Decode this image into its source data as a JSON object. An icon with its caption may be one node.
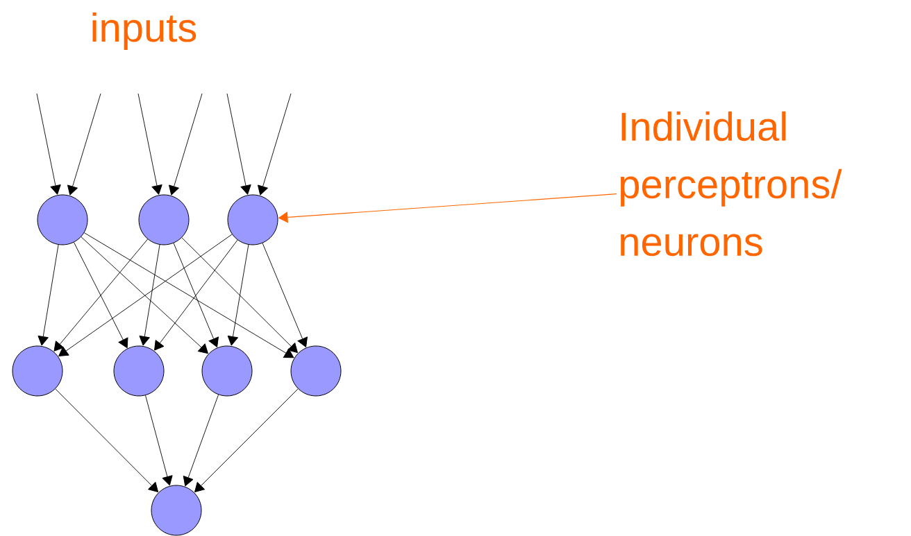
{
  "diagram": {
    "nodes": [
      {
        "text": [],
        "shape": "circle"
      },
      {
        "text": [],
        "shape": "circle"
      },
      {
        "text": [],
        "shape": "circle"
      },
      {
        "text": [],
        "shape": "circle"
      },
      {
        "text": [],
        "shape": "circle"
      },
      {
        "text": [],
        "shape": "circle"
      },
      {
        "text": [],
        "shape": "circle"
      },
      {
        "text": [],
        "shape": "circle"
      },
      {
        "text": [
          "Individual perceptrons/ neurons"
        ]
      }
    ],
    "edges": [
      {
        "from": null,
        "to": 0,
        "arrow": "to"
      },
      {
        "from": null,
        "to": 0,
        "arrow": "to"
      },
      {
        "from": null,
        "to": 1,
        "arrow": "to"
      },
      {
        "from": null,
        "to": 1,
        "arrow": "to"
      },
      {
        "from": null,
        "to": 2,
        "arrow": "to"
      },
      {
        "from": null,
        "to": 2,
        "arrow": "to"
      },
      {
        "from": 0,
        "to": 3,
        "arrow": "to"
      },
      {
        "from": 0,
        "to": 4,
        "arrow": "to"
      },
      {
        "from": 0,
        "to": 5,
        "arrow": "to"
      },
      {
        "from": 0,
        "to": 6,
        "arrow": "to"
      },
      {
        "from": 1,
        "to": 3,
        "arrow": "to"
      },
      {
        "from": 1,
        "to": 4,
        "arrow": "to"
      },
      {
        "from": 1,
        "to": 5,
        "arrow": "to"
      },
      {
        "from": 1,
        "to": 6,
        "arrow": "to"
      },
      {
        "from": 2,
        "to": 3,
        "arrow": "to"
      },
      {
        "from": 2,
        "to": 4,
        "arrow": "to"
      },
      {
        "from": 2,
        "to": 5,
        "arrow": "to"
      },
      {
        "from": 2,
        "to": 6,
        "arrow": "to"
      },
      {
        "from": 3,
        "to": 7,
        "arrow": "to"
      },
      {
        "from": 4,
        "to": 7,
        "arrow": "to"
      },
      {
        "from": 5,
        "to": 7,
        "arrow": "to"
      },
      {
        "from": 6,
        "to": 7,
        "arrow": "to"
      },
      {
        "from": 8,
        "to": 2,
        "arrow": "to",
        "color": "#ff6600"
      }
    ],
    "labels": [
      "inputs"
    ]
  }
}
